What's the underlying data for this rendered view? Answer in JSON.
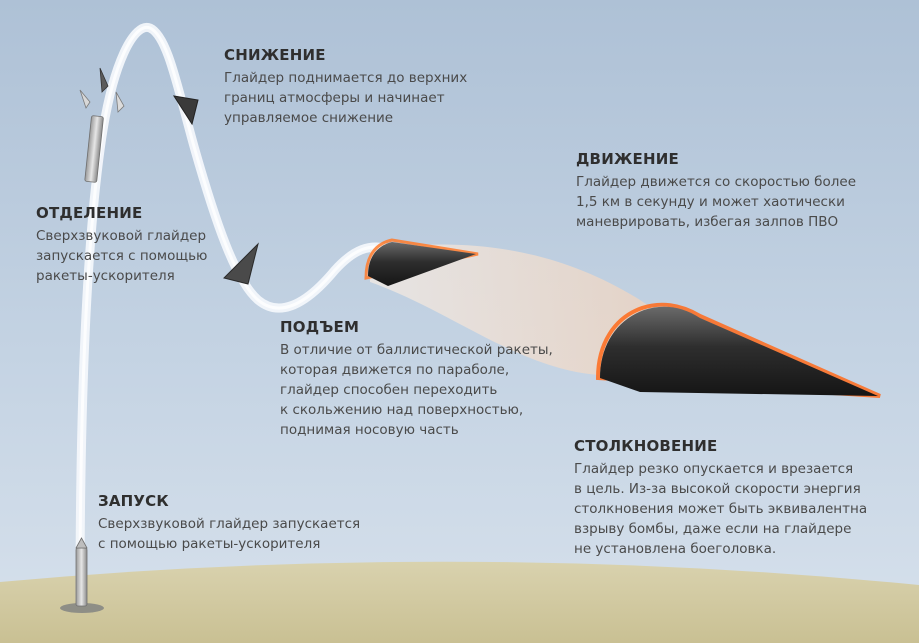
{
  "stages": {
    "descent": {
      "title": "СНИЖЕНИЕ",
      "text": "Глайдер поднимается до верхних\nграниц атмосферы и начинает\nуправляемое снижение"
    },
    "separation": {
      "title": "ОТДЕЛЕНИЕ",
      "text": "Сверхзвуковой глайдер\nзапускается с помощью\nракеты-ускорителя"
    },
    "motion": {
      "title": "ДВИЖЕНИЕ",
      "text": "Глайдер движется со скоростью более\n1,5 км в секунду и может хаотически\nманеврировать, избегая залпов ПВО"
    },
    "climb": {
      "title": "ПОДЪЕМ",
      "text": "В отличие от баллистической ракеты,\nкоторая движется по параболе,\nглайдер способен переходить\nк скольжению над поверхностью,\nподнимая носовую часть"
    },
    "impact": {
      "title": "СТОЛКНОВЕНИЕ",
      "text": "Глайдер резко опускается и врезается\nв цель. Из-за высокой скорости энергия\nстолкновения может быть эквивалентна\nвзрыву бомбы, даже если на глайдере\nне установлена боеголовка."
    },
    "launch": {
      "title": "ЗАПУСК",
      "text": "Сверхзвуковой глайдер запускается\nс помощью ракеты-ускорителя"
    }
  },
  "colors": {
    "sky": "#b8cadc",
    "ground": "#d6cfa9",
    "trail": "#eef3f8",
    "glow": "#ff7a2a",
    "glider": "#2b2b2b"
  }
}
